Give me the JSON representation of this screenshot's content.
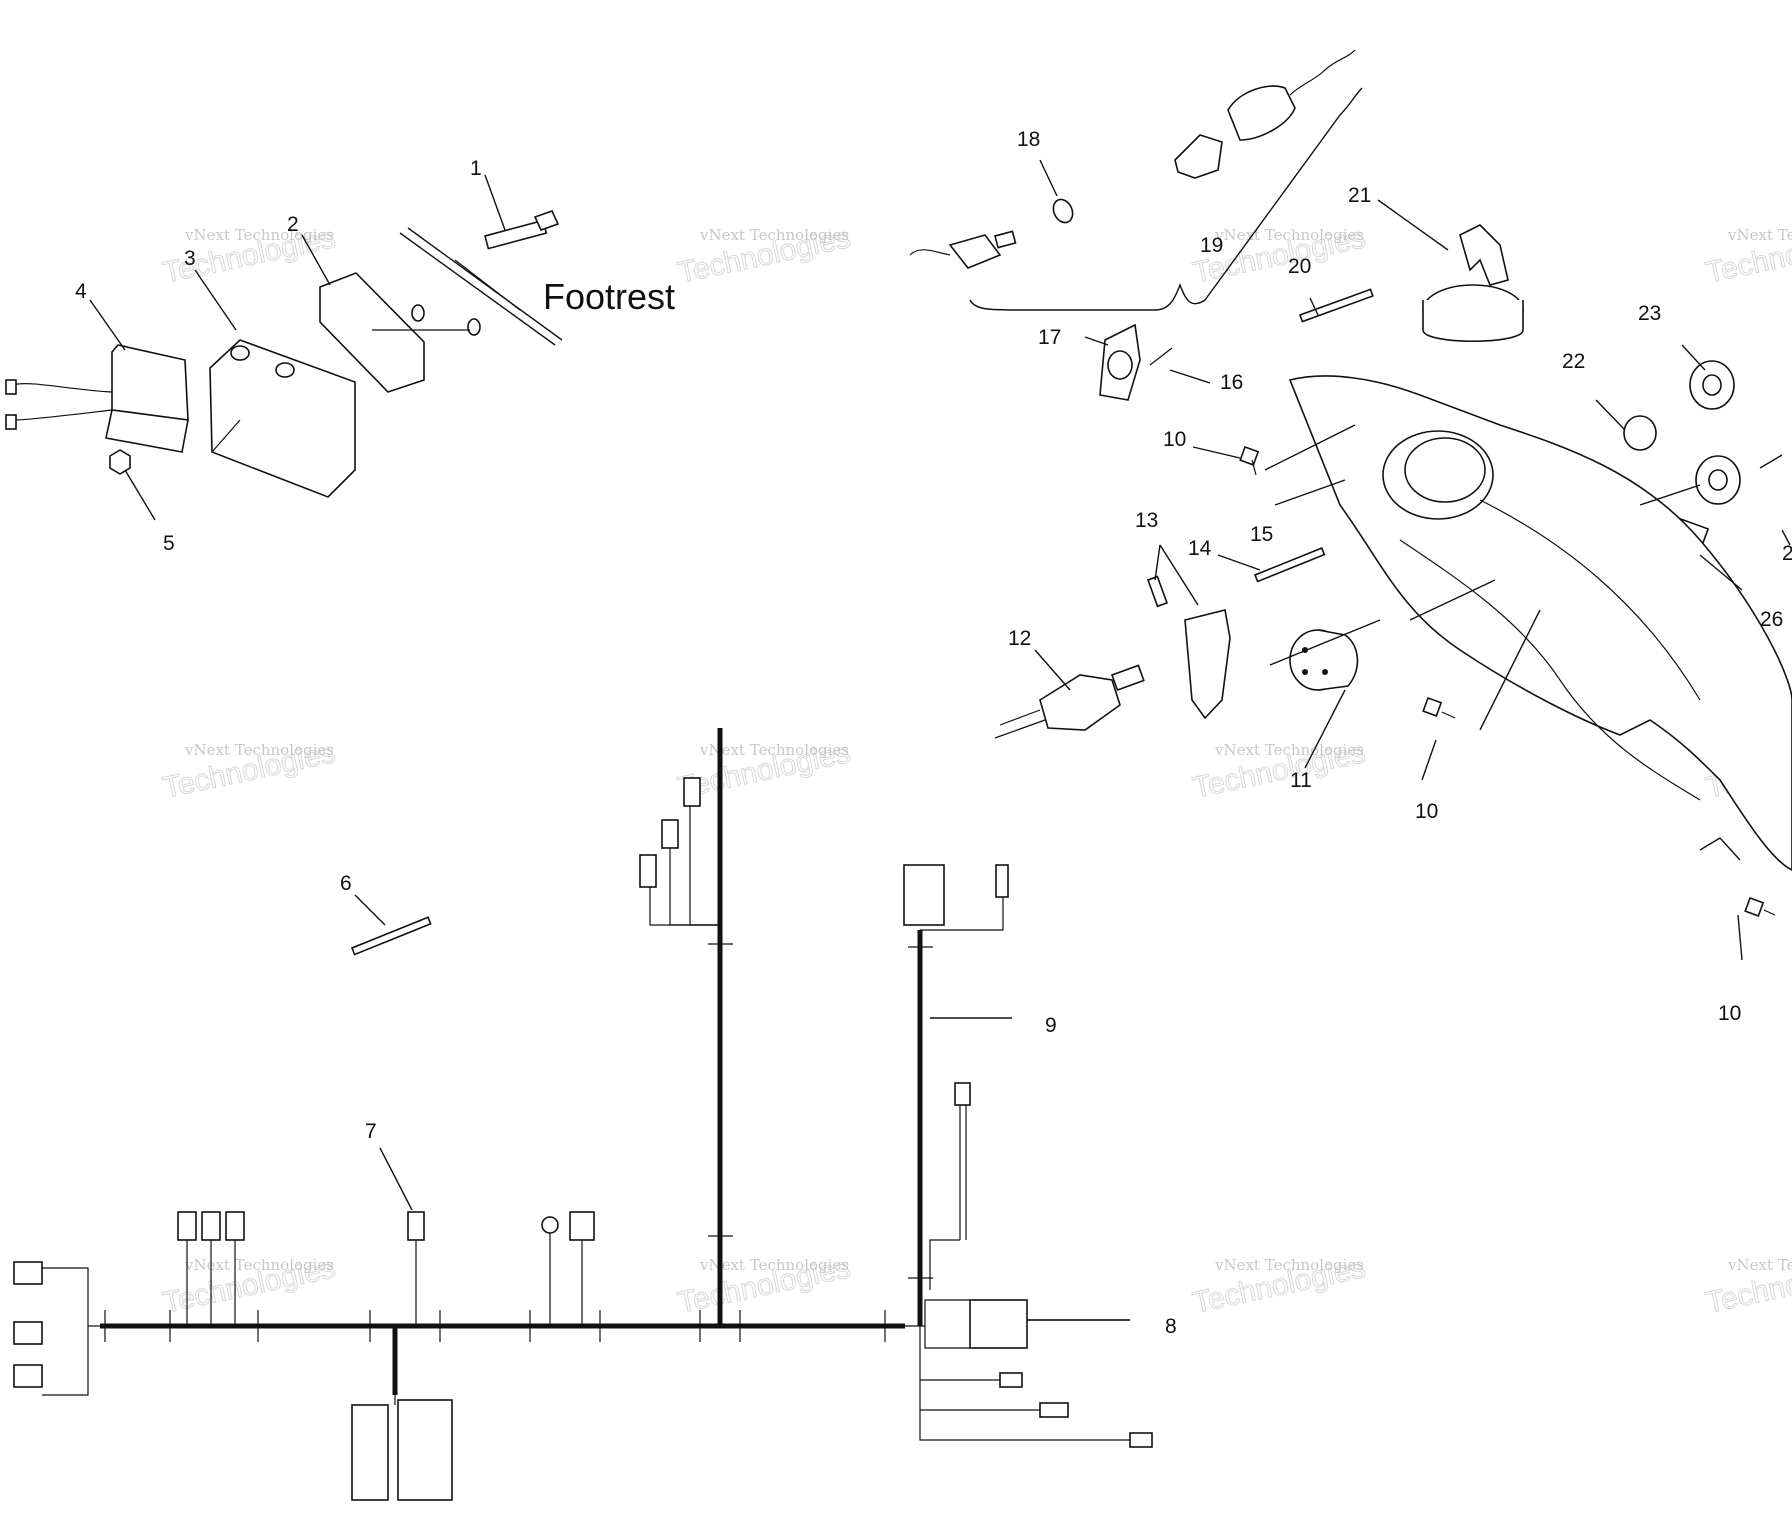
{
  "footrest_label": "Footrest",
  "watermark": {
    "line1": "vNext",
    "line2": "vNext Technologies",
    "line3": "Technologies"
  },
  "callouts": {
    "c1": "1",
    "c2": "2",
    "c3": "3",
    "c4": "4",
    "c5": "5",
    "c6": "6",
    "c7": "7",
    "c8": "8",
    "c9": "9",
    "c10a": "10",
    "c10b": "10",
    "c10c": "10",
    "c11": "11",
    "c12": "12",
    "c13": "13",
    "c14": "14",
    "c15": "15",
    "c16": "16",
    "c17": "17",
    "c18": "18",
    "c19": "19",
    "c20": "20",
    "c21": "21",
    "c22": "22",
    "c23": "23",
    "c26": "26",
    "c2x": "2"
  }
}
